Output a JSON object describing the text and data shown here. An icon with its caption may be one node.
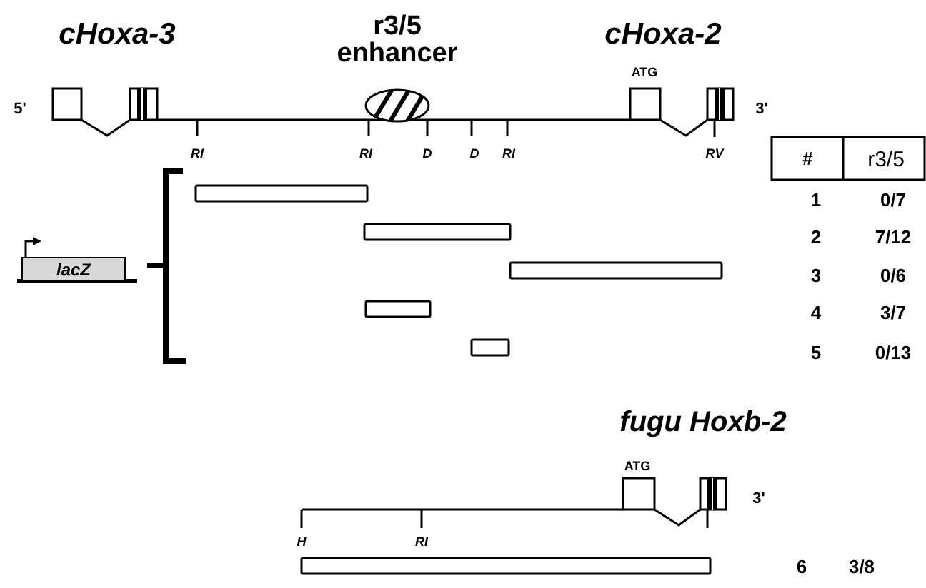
{
  "diagram": {
    "nodes": [
      {
        "text": [
          "lacZ"
        ]
      }
    ],
    "labels": [
      "cHoxa-3",
      "r3/5 enhancer",
      "cHoxa-2",
      "ATG",
      "5'",
      "3'",
      "RI",
      "RI",
      "D",
      "D",
      "RI",
      "RV",
      "#",
      "r3/5",
      "1",
      "0/7",
      "2",
      "7/12",
      "3",
      "0/6",
      "4",
      "3/7",
      "5",
      "0/13",
      "fugu Hoxb-2",
      "ATG",
      "3'",
      "H",
      "RI",
      "6",
      "3/8"
    ]
  }
}
